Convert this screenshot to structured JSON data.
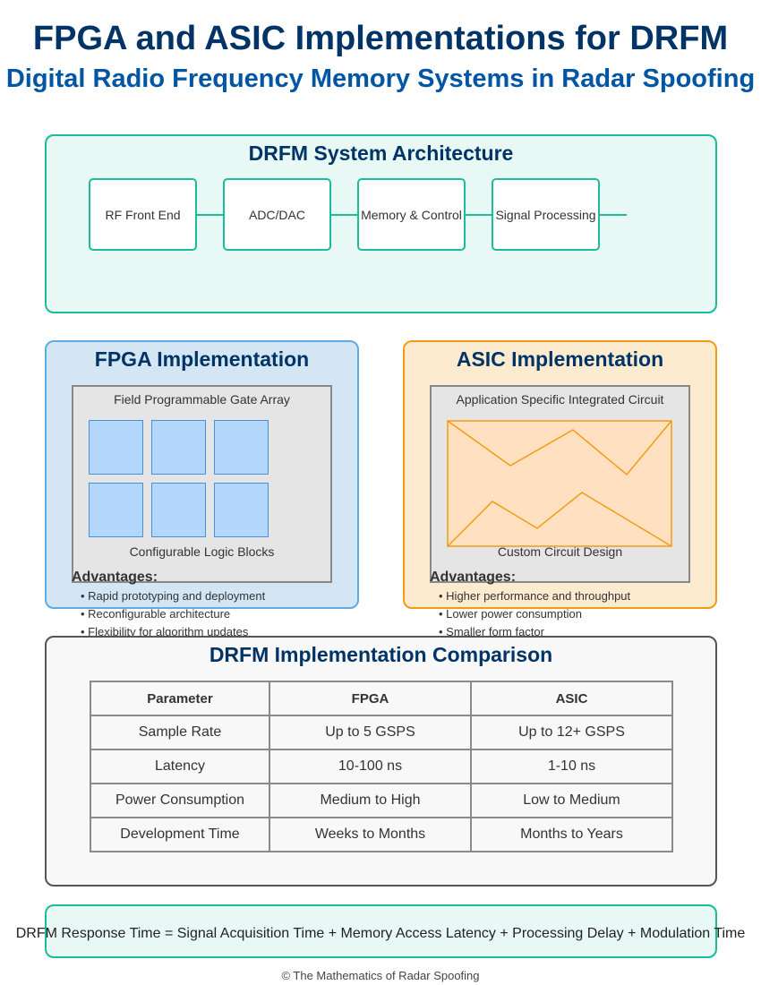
{
  "header": {
    "title": "FPGA and ASIC Implementations for DRFM",
    "subtitle": "Digital Radio Frequency Memory Systems in Radar Spoofing"
  },
  "architecture": {
    "title": "DRFM System Architecture",
    "blocks": [
      "RF Front End",
      "ADC/DAC",
      "Memory & Control",
      "Signal Processing"
    ]
  },
  "fpga": {
    "title": "FPGA Implementation",
    "chip_label": "Field Programmable Gate Array",
    "blocks_label": "Configurable Logic Blocks",
    "advantages_title": "Advantages:",
    "advantages": [
      "Rapid prototyping and deployment",
      "Reconfigurable architecture",
      "Flexibility for algorithm updates"
    ]
  },
  "asic": {
    "title": "ASIC Implementation",
    "chip_label": "Application Specific Integrated Circuit",
    "circuit_label": "Custom Circuit Design",
    "advantages_title": "Advantages:",
    "advantages": [
      "Higher performance and throughput",
      "Lower power consumption",
      "Smaller form factor"
    ]
  },
  "comparison": {
    "title": "DRFM Implementation Comparison",
    "headers": [
      "Parameter",
      "FPGA",
      "ASIC"
    ],
    "rows": [
      [
        "Sample Rate",
        "Up to 5 GSPS",
        "Up to 12+ GSPS"
      ],
      [
        "Latency",
        "10-100 ns",
        "1-10 ns"
      ],
      [
        "Power Consumption",
        "Medium to High",
        "Low to Medium"
      ],
      [
        "Development Time",
        "Weeks to Months",
        "Months to Years"
      ]
    ]
  },
  "formula": "DRFM Response Time = Signal Acquisition Time + Memory Access Latency + Processing Delay + Modulation Time",
  "footer": "© The Mathematics of Radar Spoofing",
  "colors": {
    "title": "#003366",
    "subtitle": "#0055a4",
    "teal": "#1abc9c",
    "fpga_blue": "#5dade2",
    "asic_orange": "#f39c12"
  }
}
